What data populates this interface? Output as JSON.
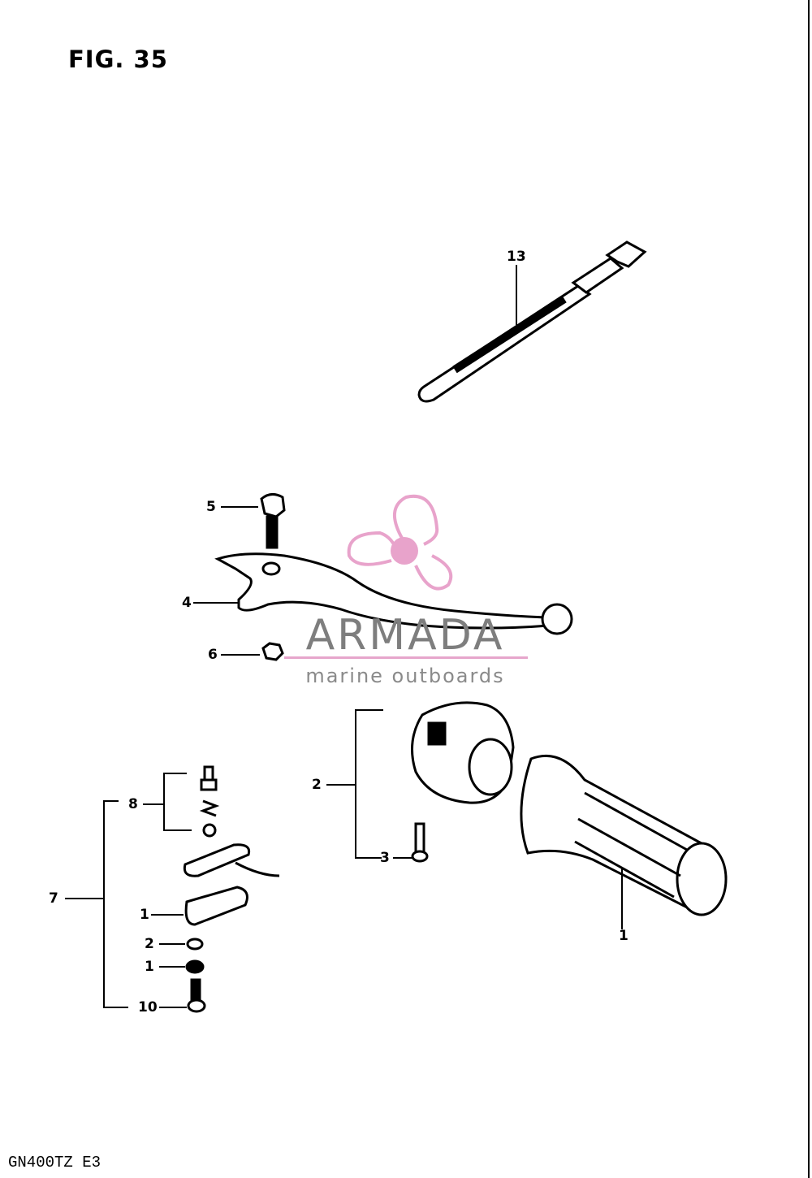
{
  "figure": {
    "title": "FIG. 35",
    "model": "GN400TZ E3"
  },
  "callouts": [
    {
      "id": "c13",
      "label": "13"
    },
    {
      "id": "c5",
      "label": "5"
    },
    {
      "id": "c4",
      "label": "4"
    },
    {
      "id": "c6",
      "label": "6"
    },
    {
      "id": "c2a",
      "label": "2"
    },
    {
      "id": "c3",
      "label": "3"
    },
    {
      "id": "c1a",
      "label": "1"
    },
    {
      "id": "c8",
      "label": "8"
    },
    {
      "id": "c7",
      "label": "7"
    },
    {
      "id": "c11",
      "label": "1"
    },
    {
      "id": "c12",
      "label": "2"
    },
    {
      "id": "c1b",
      "label": "1"
    },
    {
      "id": "c10",
      "label": "10"
    }
  ],
  "watermark": {
    "name": "ARMADA",
    "tagline": "marine outboards",
    "accent_color": "#e8a3cb"
  },
  "colors": {
    "ink": "#000000",
    "paper": "#ffffff"
  }
}
